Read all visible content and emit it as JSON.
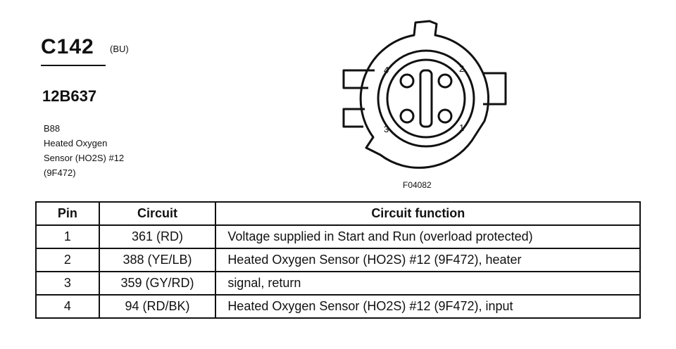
{
  "header": {
    "connector_id": "C142",
    "connector_color": "(BU)",
    "part_number": "12B637",
    "description_lines": [
      "B88",
      "Heated Oxygen",
      "Sensor (HO2S) #12",
      "(9F472)"
    ]
  },
  "diagram": {
    "figure_code": "F04082",
    "pin_labels": [
      "1",
      "2",
      "3",
      "4"
    ]
  },
  "table": {
    "headers": [
      "Pin",
      "Circuit",
      "Circuit function"
    ],
    "rows": [
      {
        "pin": "1",
        "circuit": "361 (RD)",
        "function": "Voltage supplied in Start and Run (overload protected)"
      },
      {
        "pin": "2",
        "circuit": "388 (YE/LB)",
        "function": "Heated Oxygen Sensor (HO2S) #12 (9F472), heater"
      },
      {
        "pin": "3",
        "circuit": "359 (GY/RD)",
        "function": "signal, return"
      },
      {
        "pin": "4",
        "circuit": "94 (RD/BK)",
        "function": "Heated Oxygen Sensor (HO2S) #12 (9F472), input"
      }
    ]
  }
}
